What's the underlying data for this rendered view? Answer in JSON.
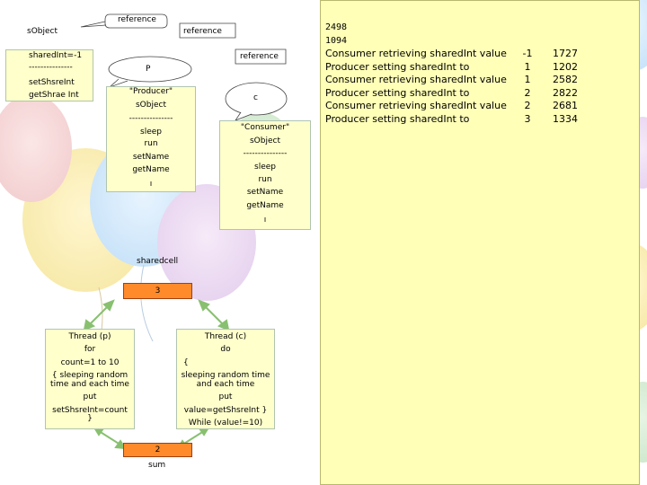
{
  "labels": {
    "sobject_main": "sObject",
    "reference_top": "reference",
    "reference_2": "reference",
    "reference_3": "reference",
    "p_label": "P",
    "c_label": "c"
  },
  "object_box": {
    "field": "sharedInt=-1",
    "divider": "---------------",
    "method1": "setShsreInt",
    "method2": "getShrae Int"
  },
  "producer_box": {
    "title": "\"Producer\"",
    "sobject": "sObject",
    "divider": "---------------",
    "m1": "sleep",
    "m2": "run",
    "m3": "setName",
    "m4": "getName",
    "m5": "ı"
  },
  "consumer_box": {
    "title": "\"Consumer\"",
    "sobject": "sObject",
    "divider": "---------------",
    "m1": "sleep",
    "m2": "run",
    "m3": "setName",
    "m4": "getName",
    "m5": "ı"
  },
  "shared": {
    "label": "sharedcell",
    "value": "3"
  },
  "thread_p": {
    "title": "Thread (p)",
    "l1": "for",
    "l2": "count=1 to 10",
    "l3": "{  sleeping random",
    "l4": "time and each time",
    "l5": "put",
    "l6": "setShsreInt=count",
    "l7": "}"
  },
  "thread_c": {
    "title": "Thread (c)",
    "l1": "do",
    "l2": "{",
    "l3": "sleeping random time",
    "l4": "and each time",
    "l5": "put",
    "l6": "value=getShsreInt }",
    "l7": "While (value!=10)"
  },
  "sum": {
    "value": "2",
    "label": "sum"
  },
  "output": {
    "rows": [
      {
        "text": "2498",
        "v1": "",
        "v2": "",
        "bold": true
      },
      {
        "text": "1094",
        "v1": "",
        "v2": "",
        "bold": true
      },
      {
        "text": "Consumer retrieving sharedInt value",
        "v1": "-1",
        "v2": "1727",
        "bold": false
      },
      {
        "text": "Producer setting sharedInt to",
        "v1": "1",
        "v2": "1202",
        "bold": false
      },
      {
        "text": "Consumer retrieving sharedInt value",
        "v1": "1",
        "v2": "2582",
        "bold": false
      },
      {
        "text": "Producer setting sharedInt to",
        "v1": "2",
        "v2": "2822",
        "bold": false
      },
      {
        "text": "Consumer retrieving sharedInt value",
        "v1": "2",
        "v2": "2681",
        "bold": false
      },
      {
        "text": "Producer setting sharedInt to",
        "v1": "3",
        "v2": "1334",
        "bold": false
      }
    ]
  },
  "colors": {
    "box_fill": "#ffffcc",
    "panel_fill": "#ffffb8",
    "orange": "#ff8a2a",
    "arrow": "#88c070"
  }
}
